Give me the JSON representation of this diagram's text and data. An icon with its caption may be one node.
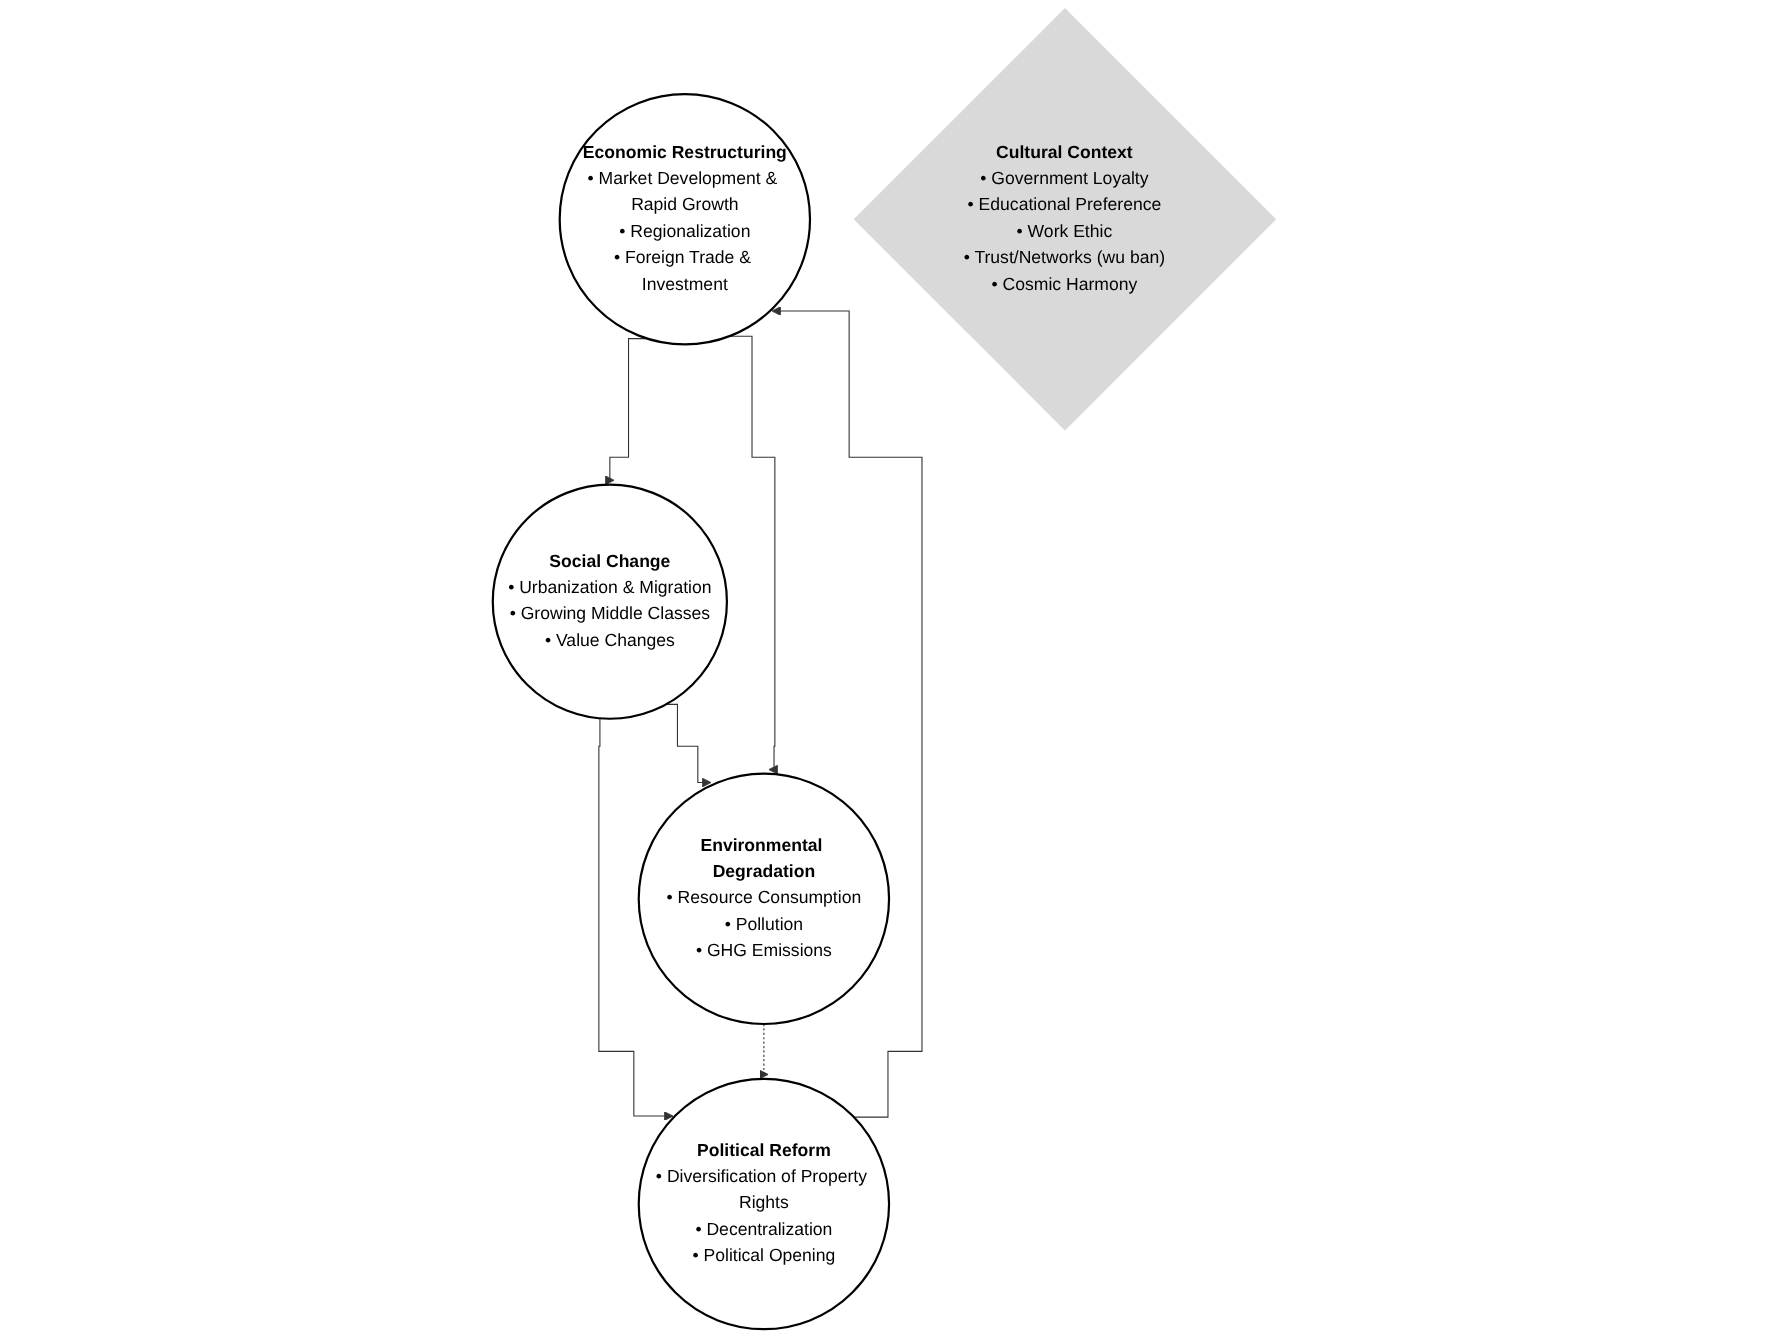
{
  "diagram": {
    "nodes": [
      {
        "text": [
          "Economic Restructuring",
          "• Market Development & Rapid Growth",
          "• Regionalization",
          "• Foreign Trade & Investment"
        ]
      },
      {
        "text": [
          "Political Reform",
          "• Diversification of Property Rights",
          "• Decentralization",
          "• Political Opening"
        ]
      },
      {
        "text": [
          "Cultural Context",
          "• Government Loyalty",
          "• Educational Preference",
          "• Work Ethic",
          "• Trust/Networks (wu ban)",
          "• Cosmic Harmony"
        ]
      },
      {
        "text": [
          "Social Change",
          "• Urbanization & Migration",
          "• Growing Middle Classes",
          "• Value Changes"
        ]
      },
      {
        "text": [
          "Environmental Degradation",
          "• Resource Consumption",
          "• Pollution",
          "• GHG Emissions"
        ]
      }
    ],
    "edges": [
      {
        "from": 1,
        "to": 0,
        "arrow": "to"
      },
      {
        "from": 0,
        "to": 3,
        "arrow": "to"
      },
      {
        "from": 0,
        "to": 4,
        "arrow": "to"
      },
      {
        "from": 3,
        "to": 1,
        "arrow": "to"
      },
      {
        "from": 3,
        "to": 4,
        "arrow": "to"
      },
      {
        "from": 4,
        "to": 1,
        "arrow": "to",
        "style": "dashed"
      }
    ]
  }
}
